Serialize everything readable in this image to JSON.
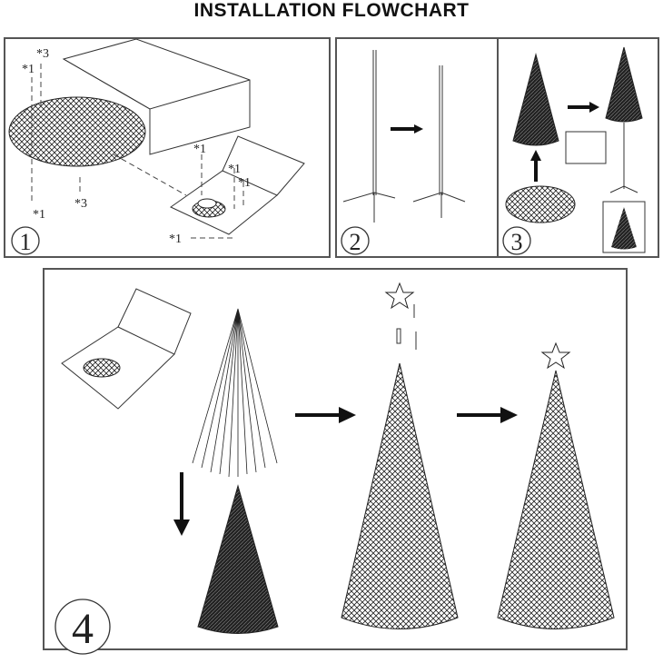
{
  "title": "INSTALLATION FLOWCHART",
  "steps": [
    {
      "number": "1",
      "labels": [
        "*3",
        "*1",
        "*1",
        "*3",
        "*1",
        "*1",
        "*1",
        "*1"
      ]
    },
    {
      "number": "2"
    },
    {
      "number": "3"
    },
    {
      "number": "4"
    }
  ]
}
